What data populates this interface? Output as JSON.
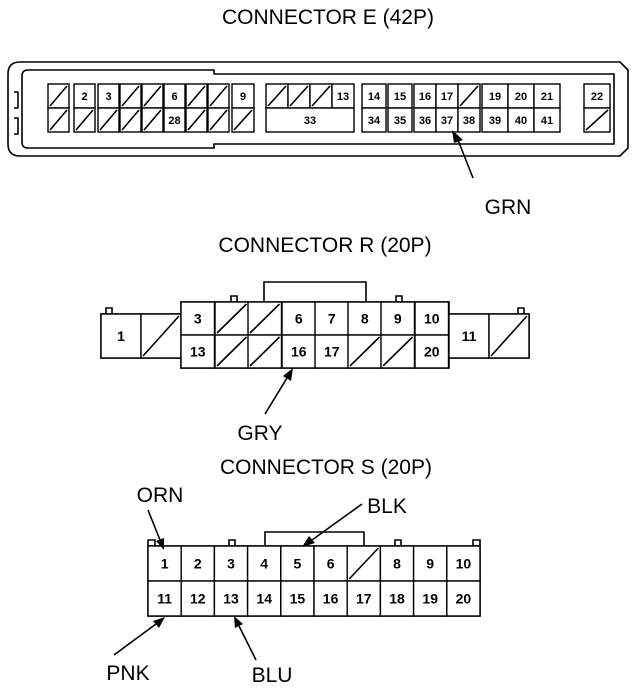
{
  "connector_e": {
    "title": "CONNECTOR E (42P)",
    "wire": "GRN",
    "pins": [
      {
        "n": "",
        "hatched": true
      },
      {
        "n": "2"
      },
      {
        "n": "3"
      },
      {
        "n": "",
        "hatched": true
      },
      {
        "n": "",
        "hatched": true
      },
      {
        "n": "6"
      },
      {
        "n": "",
        "hatched": true
      },
      {
        "n": "",
        "hatched": true
      },
      {
        "n": "9"
      },
      {
        "n": "",
        "hatched": true
      },
      {
        "n": "",
        "hatched": true
      },
      {
        "n": "",
        "hatched": true
      },
      {
        "n": "13"
      },
      {
        "n": "14"
      },
      {
        "n": "15"
      },
      {
        "n": "16"
      },
      {
        "n": "17"
      },
      {
        "n": "",
        "hatched": true
      },
      {
        "n": "19"
      },
      {
        "n": "20"
      },
      {
        "n": "21"
      },
      {
        "n": "22"
      },
      {
        "n": "",
        "hatched": true
      },
      {
        "n": "",
        "hatched": true
      },
      {
        "n": "",
        "hatched": true
      },
      {
        "n": "",
        "hatched": true
      },
      {
        "n": "",
        "hatched": true
      },
      {
        "n": "28"
      },
      {
        "n": "",
        "hatched": true
      },
      {
        "n": "",
        "hatched": true
      },
      {
        "n": "",
        "hatched": true
      },
      {
        "n": "33"
      },
      {
        "n": "34"
      },
      {
        "n": "35"
      },
      {
        "n": "36"
      },
      {
        "n": "37"
      },
      {
        "n": "38"
      },
      {
        "n": "39"
      },
      {
        "n": "40"
      },
      {
        "n": "41"
      },
      {
        "n": "",
        "hatched": true
      }
    ]
  },
  "connector_r": {
    "title": "CONNECTOR R (20P)",
    "wire": "GRY",
    "pins": [
      {
        "n": "1"
      },
      {
        "n": "",
        "hatched": true
      },
      {
        "n": "3"
      },
      {
        "n": "",
        "hatched": true
      },
      {
        "n": "",
        "hatched": true
      },
      {
        "n": "6"
      },
      {
        "n": "7"
      },
      {
        "n": "8"
      },
      {
        "n": "9"
      },
      {
        "n": "10"
      },
      {
        "n": "11"
      },
      {
        "n": "",
        "hatched": true
      },
      {
        "n": "13"
      },
      {
        "n": "",
        "hatched": true
      },
      {
        "n": "",
        "hatched": true
      },
      {
        "n": "16"
      },
      {
        "n": "17"
      },
      {
        "n": "",
        "hatched": true
      },
      {
        "n": "",
        "hatched": true
      },
      {
        "n": "20"
      }
    ]
  },
  "connector_s": {
    "title": "CONNECTOR S (20P)",
    "wires": {
      "orn": "ORN",
      "blk": "BLK",
      "pnk": "PNK",
      "blu": "BLU"
    },
    "pins": [
      {
        "n": "1"
      },
      {
        "n": "2"
      },
      {
        "n": "3"
      },
      {
        "n": "4"
      },
      {
        "n": "5"
      },
      {
        "n": "6"
      },
      {
        "n": "",
        "hatched": true
      },
      {
        "n": "8"
      },
      {
        "n": "9"
      },
      {
        "n": "10"
      },
      {
        "n": "11"
      },
      {
        "n": "12"
      },
      {
        "n": "13"
      },
      {
        "n": "14"
      },
      {
        "n": "15"
      },
      {
        "n": "16"
      },
      {
        "n": "17"
      },
      {
        "n": "18"
      },
      {
        "n": "19"
      },
      {
        "n": "20"
      }
    ]
  }
}
